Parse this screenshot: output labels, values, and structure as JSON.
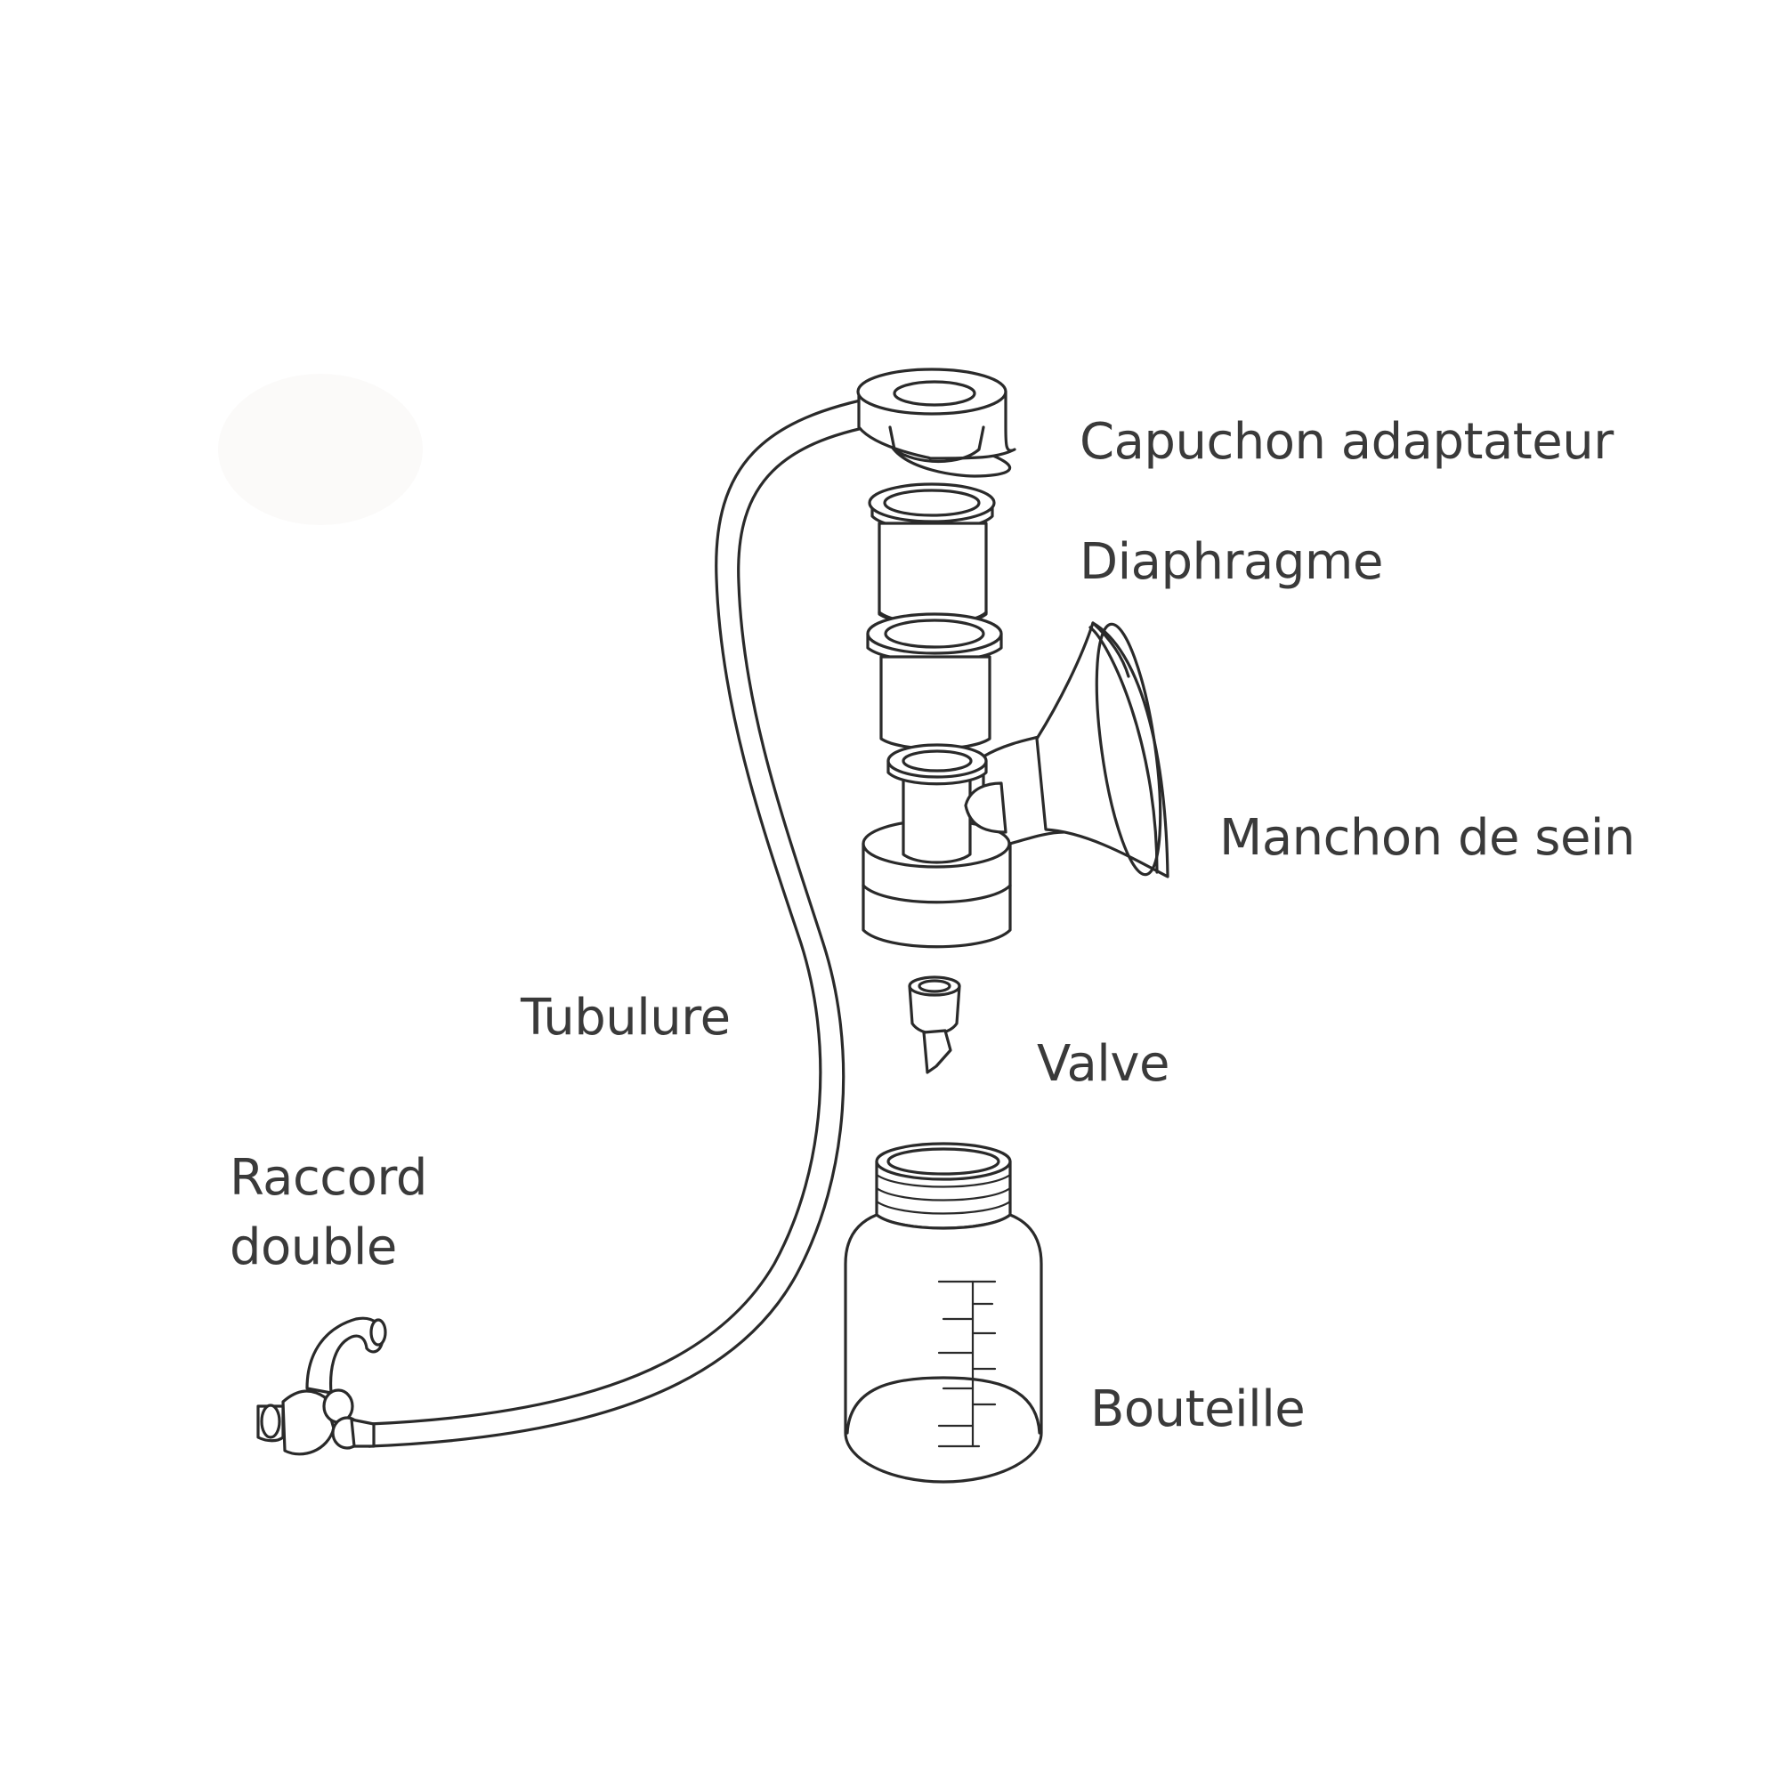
{
  "labels": {
    "capuchon": "Capuchon adaptateur",
    "diaphragme": "Diaphragme",
    "manchon": "Manchon de sein",
    "tubulure": "Tubulure",
    "valve": "Valve",
    "raccord_line1": "Raccord",
    "raccord_line2": "double",
    "bouteille": "Bouteille"
  }
}
